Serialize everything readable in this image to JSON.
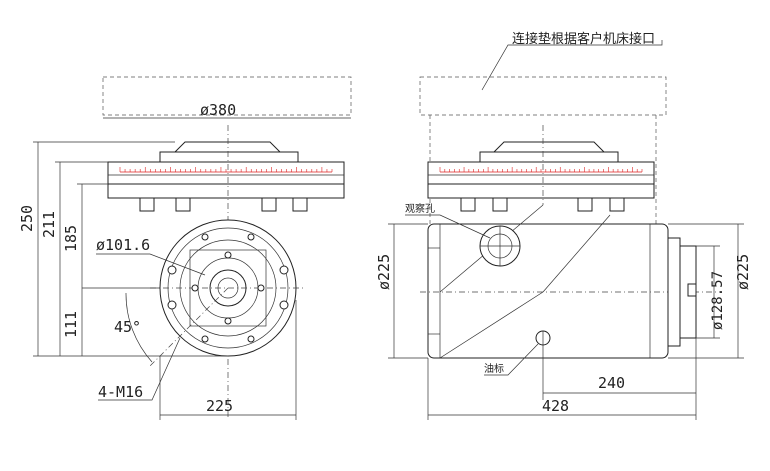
{
  "note_top": "连接垫根据客户机床接口",
  "labels": {
    "observation_hole": "观察孔",
    "oil_mark": "油标"
  },
  "dimensions": {
    "table_diameter": "ø380",
    "height_250": "250",
    "height_211": "211",
    "height_185": "185",
    "height_111": "111",
    "bolt_circle": "ø101.6",
    "angle": "45°",
    "thread": "4-M16",
    "width_225": "225",
    "side_diameter_left": "ø225",
    "side_diameter_right": "ø225",
    "pilot_diameter": "ø128.57",
    "length_240": "240",
    "length_428": "428"
  },
  "colors": {
    "line": "#222222",
    "scale_marks": "#dd2222"
  }
}
